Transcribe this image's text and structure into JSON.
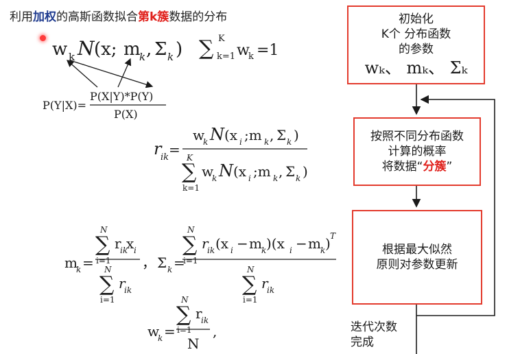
{
  "title": {
    "part1": "利用",
    "part2": "加权",
    "part3": "的高斯函数拟合",
    "part4": "第k簇",
    "part5": "数据的分布"
  },
  "formula": {
    "w": "w",
    "k": "k",
    "N": "N",
    "xsemi": "(x;",
    "m": "m",
    "comma": ",",
    "sigma": "Σ",
    "close": ")",
    "sum": "∑",
    "sum_top": "K",
    "sum_bot": "k=1",
    "eq1": "=1",
    "bayes_lhs": "P(Y|X)=",
    "bayes_num": "P(X|Y)*P(Y)",
    "bayes_den": "P(X)",
    "r": "r",
    "ik": "ik",
    "eq": "=",
    "xi_open": "(x",
    "i": "i",
    "sum_N": "N",
    "sum_i1": "i=1",
    "sum_K": "K",
    "sum_k1": "k=1",
    "x_sub": "x",
    "minus": "−",
    "T": "T",
    "pair_close": ")(x",
    "rparen": ")",
    "comma_tail": ",",
    "one_N": "N",
    "mk_lhs": "m",
    "sk_lhs": "Σ",
    "wk_lhs": "w",
    "sep": "，"
  },
  "flow": {
    "box1": {
      "line1": "初始化",
      "line2": "K个 分布函数",
      "line3": "的参数",
      "params": "wₖ、 mₖ、 Σₖ"
    },
    "box2": {
      "line1": "按照不同分布函数",
      "line2": "计算的概率",
      "line3_pre": "将数据“",
      "line3_hl": "分簇",
      "line3_post": "”"
    },
    "box3": {
      "line1": "根据最大似然",
      "line2": "原则对参数更新"
    },
    "done": {
      "line1": "迭代次数",
      "line2": "完成"
    },
    "colors": {
      "box_border": "#e33a2c",
      "highlight": "#e0201b",
      "title_blue": "#1f3b8f"
    }
  }
}
